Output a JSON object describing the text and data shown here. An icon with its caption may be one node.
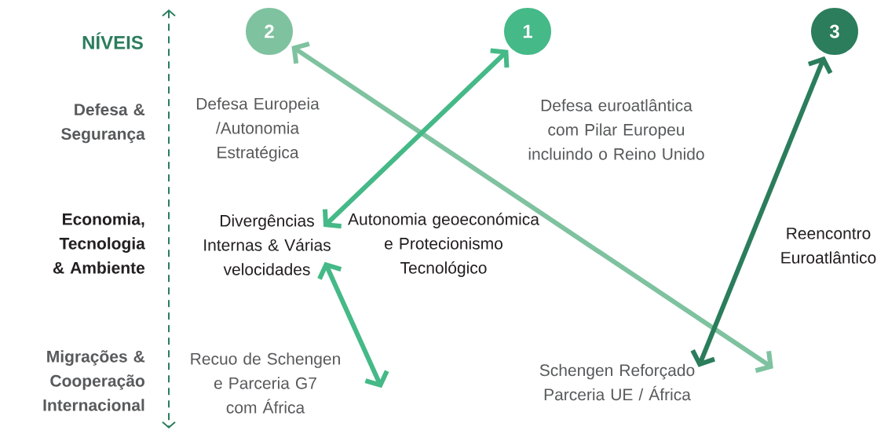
{
  "diagram": {
    "nodes": [
      {
        "text": [
          "2"
        ]
      },
      {
        "text": [
          "1"
        ]
      },
      {
        "text": [
          "3"
        ]
      },
      {
        "text": [
          "Divergências Internas & Várias velocidades"
        ]
      },
      {
        "text": [
          "Recuo de Schengen e Parceria G7 com África"
        ]
      },
      {
        "text": [
          "Schengen Reforçado Parceria UE / África"
        ]
      }
    ],
    "edges": [
      {
        "from": 0,
        "to": 5,
        "arrow": "both",
        "color": "#7fc2a0"
      },
      {
        "from": 1,
        "to": 3,
        "arrow": "both"
      },
      {
        "from": 2,
        "to": 5,
        "arrow": "both",
        "color": "#2b7d5c"
      },
      {
        "from": 3,
        "to": 4,
        "arrow": "both"
      }
    ],
    "labels": [
      "NÍVEIS",
      "Defesa & Segurança",
      "Defesa Europeia /Autonomia Estratégica",
      "Defesa euroatlântica com Pilar Europeu incluindo o Reino Unido",
      "Economia, Tecnologia & Ambiente",
      "Autonomia geoeconómica e Protecionismo Tecnológico",
      "Reencontro Euroatlântico",
      "Migrações & Cooperação Internacional"
    ]
  }
}
